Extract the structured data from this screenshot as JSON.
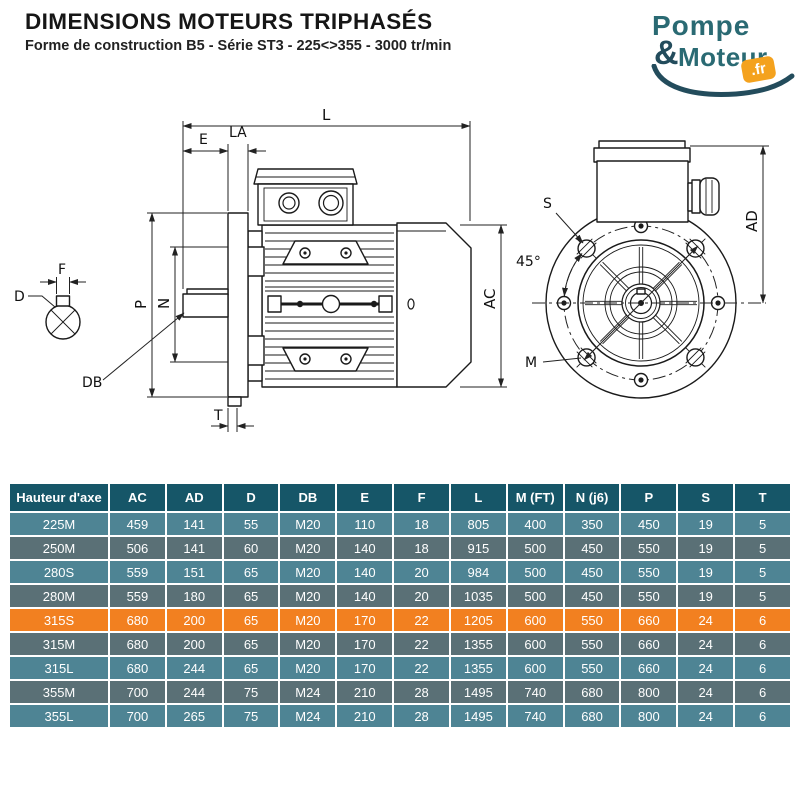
{
  "header": {
    "title": "DIMENSIONS MOTEURS TRIPHASÉS",
    "subtitle": "Forme de construction B5 - Série ST3 - 225<>355 - 3000 tr/min"
  },
  "logo": {
    "word1": "Pompe",
    "ampersand": "&",
    "word2": "Moteur",
    "tld": ".fr"
  },
  "drawing": {
    "side": {
      "L": "L",
      "E": "E",
      "LA": "LA",
      "P": "P",
      "N": "N",
      "DB": "DB",
      "T": "T",
      "AC": "AC",
      "D": "D",
      "F": "F"
    },
    "front": {
      "S": "S",
      "M": "M",
      "AD": "AD",
      "angle": "45°"
    }
  },
  "table": {
    "headers": [
      "Hauteur d'axe",
      "AC",
      "AD",
      "D",
      "DB",
      "E",
      "F",
      "L",
      "M (FT)",
      "N (j6)",
      "P",
      "S",
      "T"
    ],
    "rows": [
      {
        "values": [
          "225M",
          "459",
          "141",
          "55",
          "M20",
          "110",
          "18",
          "805",
          "400",
          "350",
          "450",
          "19",
          "5"
        ],
        "highlight": false
      },
      {
        "values": [
          "250M",
          "506",
          "141",
          "60",
          "M20",
          "140",
          "18",
          "915",
          "500",
          "450",
          "550",
          "19",
          "5"
        ],
        "highlight": false
      },
      {
        "values": [
          "280S",
          "559",
          "151",
          "65",
          "M20",
          "140",
          "20",
          "984",
          "500",
          "450",
          "550",
          "19",
          "5"
        ],
        "highlight": false
      },
      {
        "values": [
          "280M",
          "559",
          "180",
          "65",
          "M20",
          "140",
          "20",
          "1035",
          "500",
          "450",
          "550",
          "19",
          "5"
        ],
        "highlight": false
      },
      {
        "values": [
          "315S",
          "680",
          "200",
          "65",
          "M20",
          "170",
          "22",
          "1205",
          "600",
          "550",
          "660",
          "24",
          "6"
        ],
        "highlight": true
      },
      {
        "values": [
          "315M",
          "680",
          "200",
          "65",
          "M20",
          "170",
          "22",
          "1355",
          "600",
          "550",
          "660",
          "24",
          "6"
        ],
        "highlight": false
      },
      {
        "values": [
          "315L",
          "680",
          "244",
          "65",
          "M20",
          "170",
          "22",
          "1355",
          "600",
          "550",
          "660",
          "24",
          "6"
        ],
        "highlight": false
      },
      {
        "values": [
          "355M",
          "700",
          "244",
          "75",
          "M24",
          "210",
          "28",
          "1495",
          "740",
          "680",
          "800",
          "24",
          "6"
        ],
        "highlight": false
      },
      {
        "values": [
          "355L",
          "700",
          "265",
          "75",
          "M24",
          "210",
          "28",
          "1495",
          "740",
          "680",
          "800",
          "24",
          "6"
        ],
        "highlight": false
      }
    ]
  },
  "colors": {
    "table_header_bg": "#165668",
    "row_light": "#4E8494",
    "row_dark": "#5A7076",
    "row_highlight": "#F28020",
    "logo_teal": "#2A6A73",
    "logo_swoosh": "#234C5C",
    "logo_orange": "#F4A21E"
  }
}
